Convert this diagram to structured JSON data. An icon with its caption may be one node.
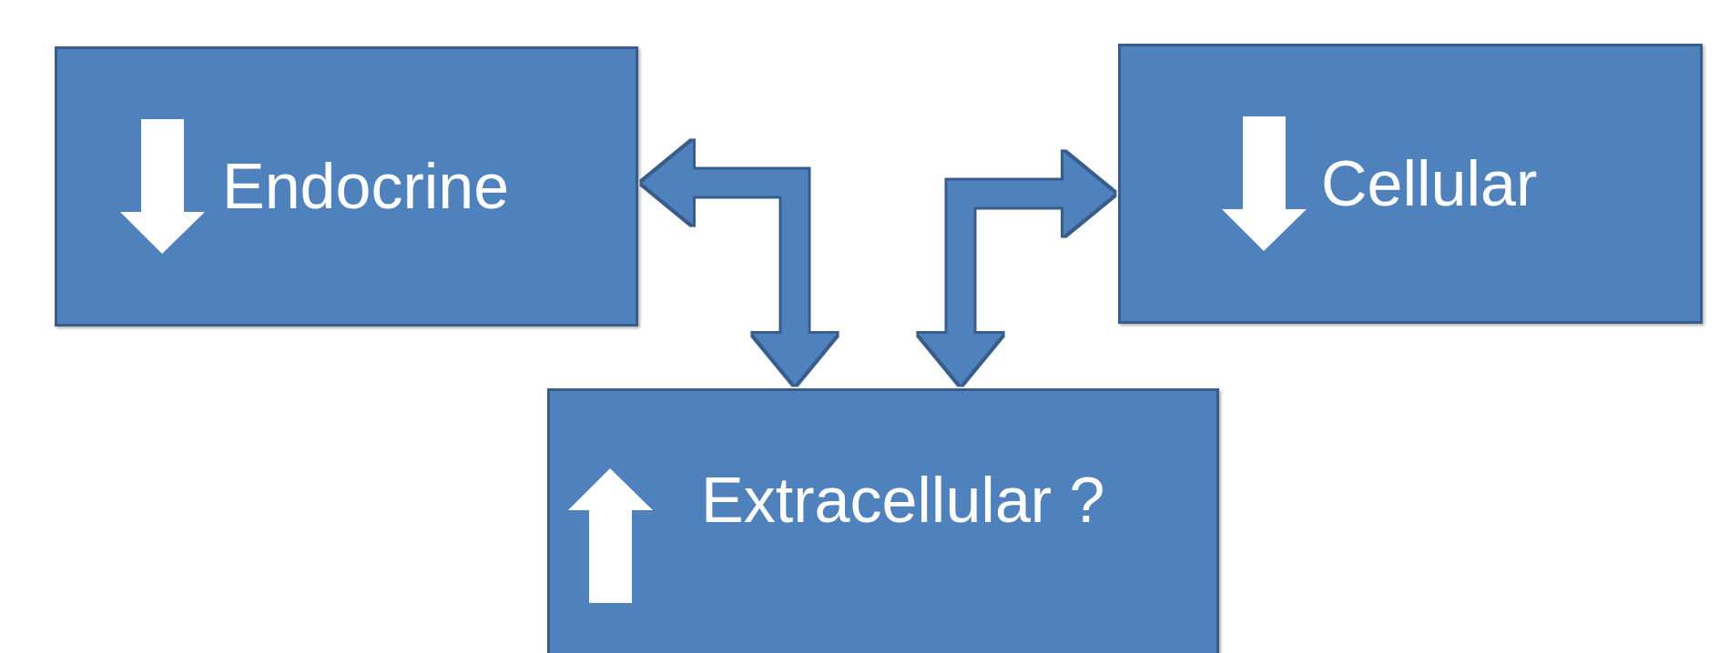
{
  "diagram": {
    "nodes": [
      {
        "text": [
          "Endocrine"
        ]
      },
      {
        "text": [
          "Cellular"
        ]
      },
      {
        "text": [
          "Extracellular ?"
        ]
      }
    ],
    "edges": [
      {
        "from": 0,
        "to": 2,
        "arrow": "both"
      },
      {
        "from": 1,
        "to": 2,
        "arrow": "both"
      }
    ]
  }
}
